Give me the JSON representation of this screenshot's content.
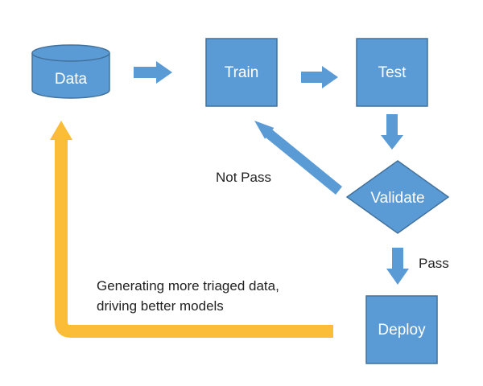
{
  "nodes": {
    "data": {
      "label": "Data"
    },
    "train": {
      "label": "Train"
    },
    "test": {
      "label": "Test"
    },
    "validate": {
      "label": "Validate"
    },
    "deploy": {
      "label": "Deploy"
    }
  },
  "edge_labels": {
    "not_pass": "Not Pass",
    "pass": "Pass",
    "feedback_line1": "Generating more triaged data,",
    "feedback_line2": "driving better models"
  },
  "colors": {
    "node_fill": "#5b9bd5",
    "node_stroke": "#41719c",
    "node_text": "#ffffff",
    "arrow": "#5b9bd5",
    "feedback_arrow": "#fbbd37",
    "label_text": "#222222"
  }
}
